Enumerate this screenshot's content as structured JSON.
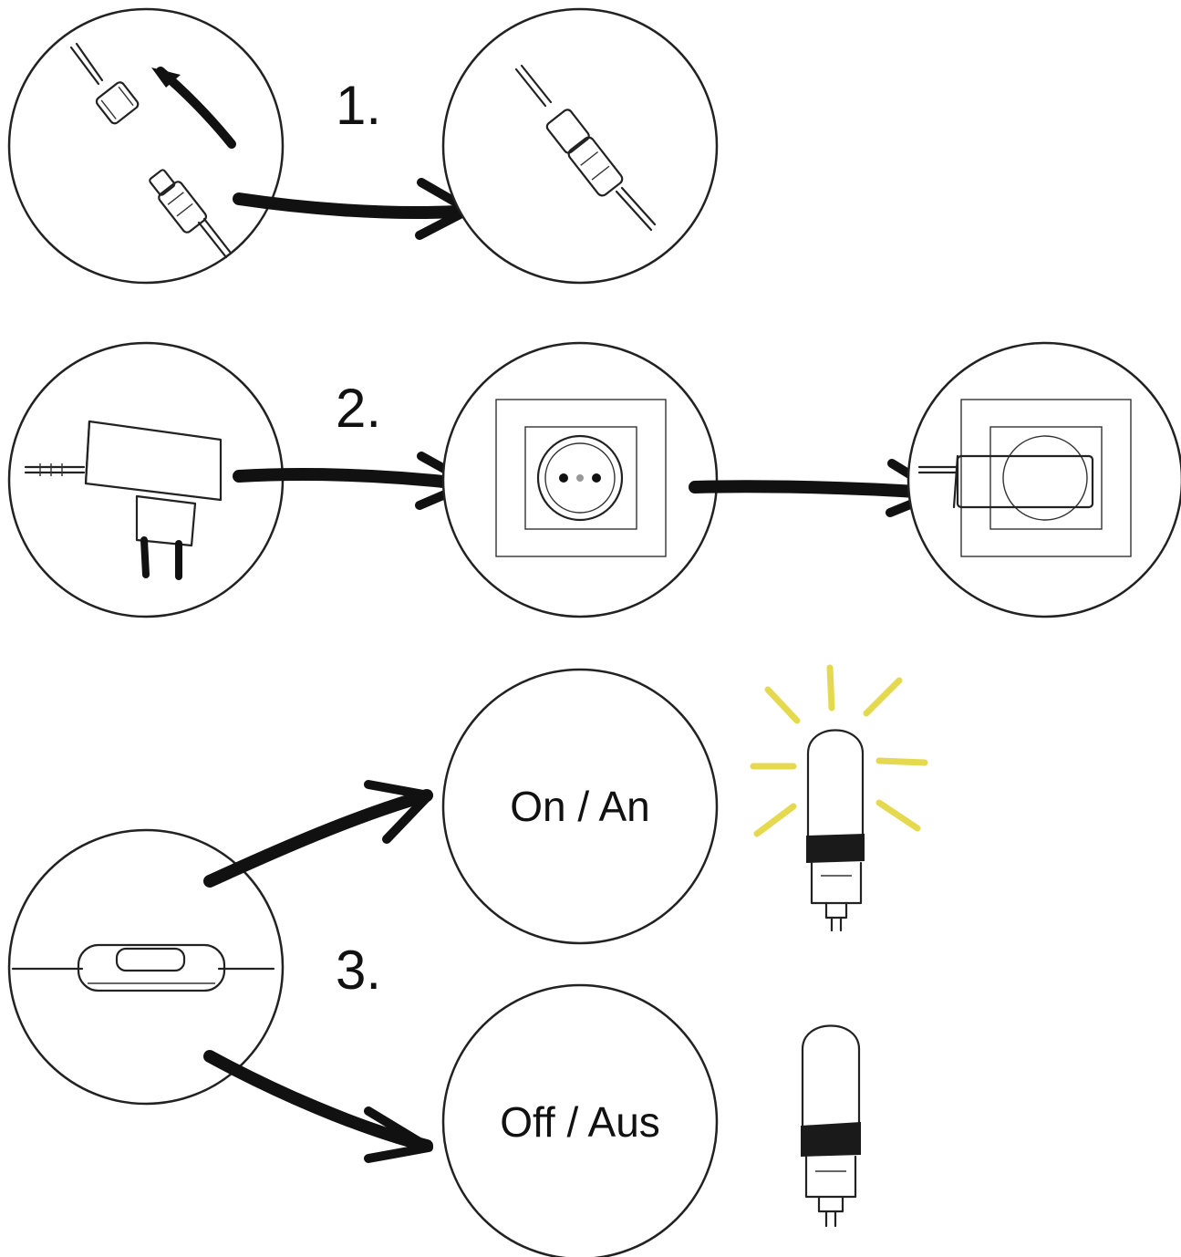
{
  "steps": [
    {
      "number": "1."
    },
    {
      "number": "2."
    },
    {
      "number": "3."
    }
  ],
  "states": {
    "on_label": "On / An",
    "off_label": "Off / Aus"
  },
  "colors": {
    "ink": "#111111",
    "light_rays": "#e5d94f",
    "background": "#ffffff"
  }
}
